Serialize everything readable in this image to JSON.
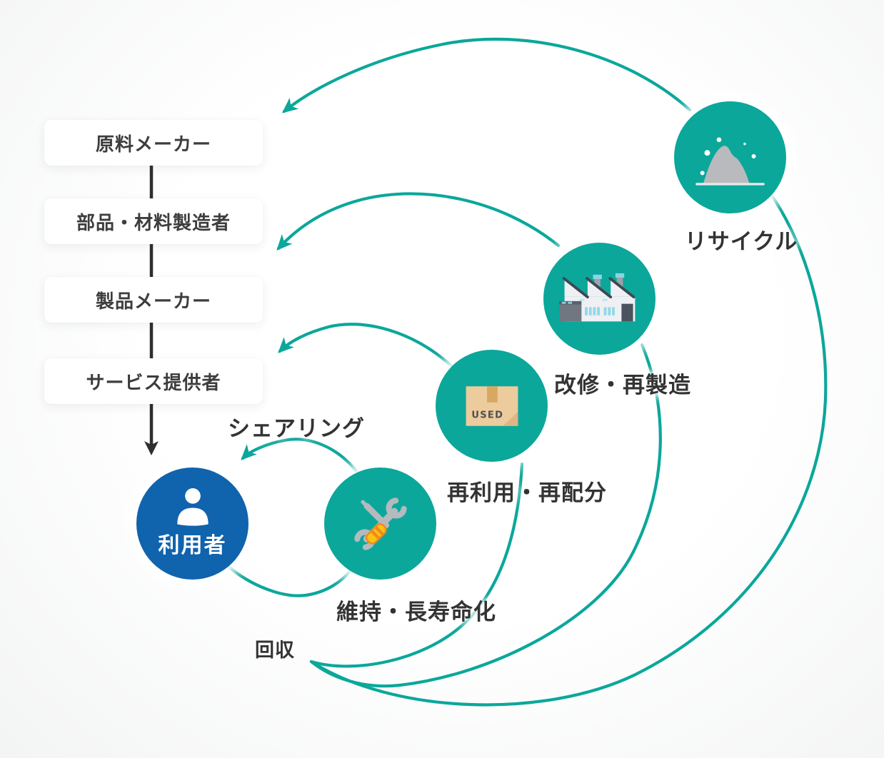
{
  "palette": {
    "teal": "#0ba79b",
    "blue": "#1063ad",
    "dark_text": "#333333",
    "arrow_dark": "#2f2f2f"
  },
  "supply_chain": {
    "boxes": [
      {
        "label": "原料メーカー"
      },
      {
        "label": "部品・材料製造者"
      },
      {
        "label": "製品メーカー"
      },
      {
        "label": "サービス提供者"
      }
    ],
    "user_label": "利用者"
  },
  "loops": {
    "recycle": {
      "label": "リサイクル"
    },
    "remanufacture": {
      "label": "改修・再製造"
    },
    "reuse": {
      "label": "再利用・再配分"
    },
    "maintain": {
      "label": "維持・長寿命化"
    },
    "sharing": {
      "label": "シェアリング"
    },
    "collection": {
      "label": "回収"
    }
  },
  "icons": {
    "user": "person-icon",
    "maintain": "tools-icon",
    "reuse": "used-box-icon",
    "remanufacture": "factory-icon",
    "recycle": "material-pile-icon"
  },
  "used_box_text": "USED"
}
